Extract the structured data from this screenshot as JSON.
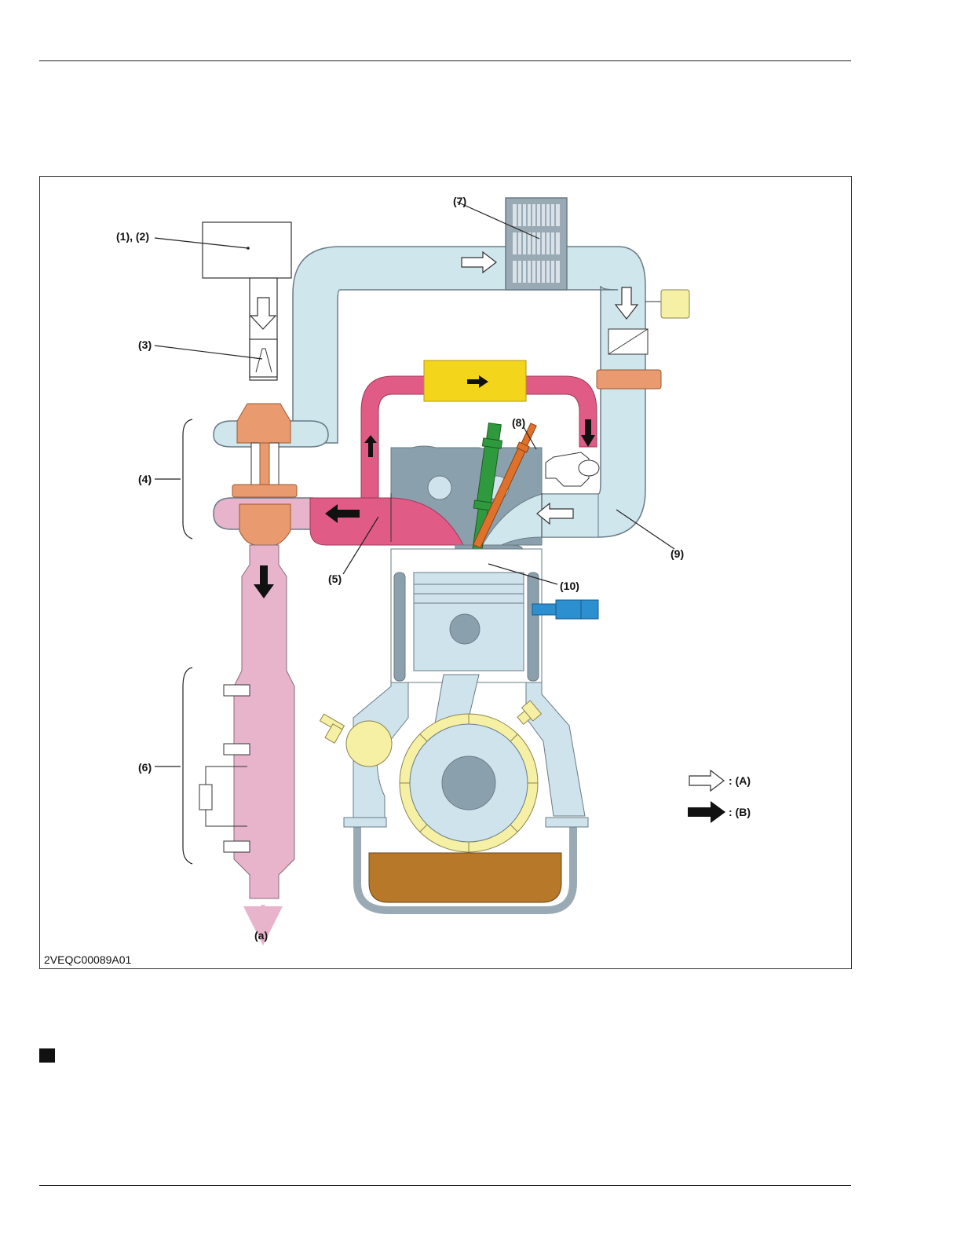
{
  "figure": {
    "id": "2VEQC00089A01",
    "callouts": {
      "c1": "(1), (2)",
      "c3": "(3)",
      "c4": "(4)",
      "c5": "(5)",
      "c6": "(6)",
      "c7": "(7)",
      "c8": "(8)",
      "c9": "(9)",
      "c10": "(10)",
      "outlet": "(a)"
    },
    "legend": {
      "a": ": (A)",
      "b": ": (B)"
    },
    "colors": {
      "fresh_air": "#cfe6ec",
      "exhaust": "#e8b4cc",
      "egr": "#e05c86",
      "turbo": "#e99a6e",
      "cooler": "#f3d51b",
      "intercooler": "#9aaab4",
      "engine_block": "#8ba0ad",
      "piston": "#cfe3ec",
      "injector": "#2f9a3d",
      "glow_plug": "#e0712b",
      "sensor_blue": "#2b8fd0",
      "sensor_yellow": "#f6f0a4",
      "oil": "#b8782a"
    }
  }
}
